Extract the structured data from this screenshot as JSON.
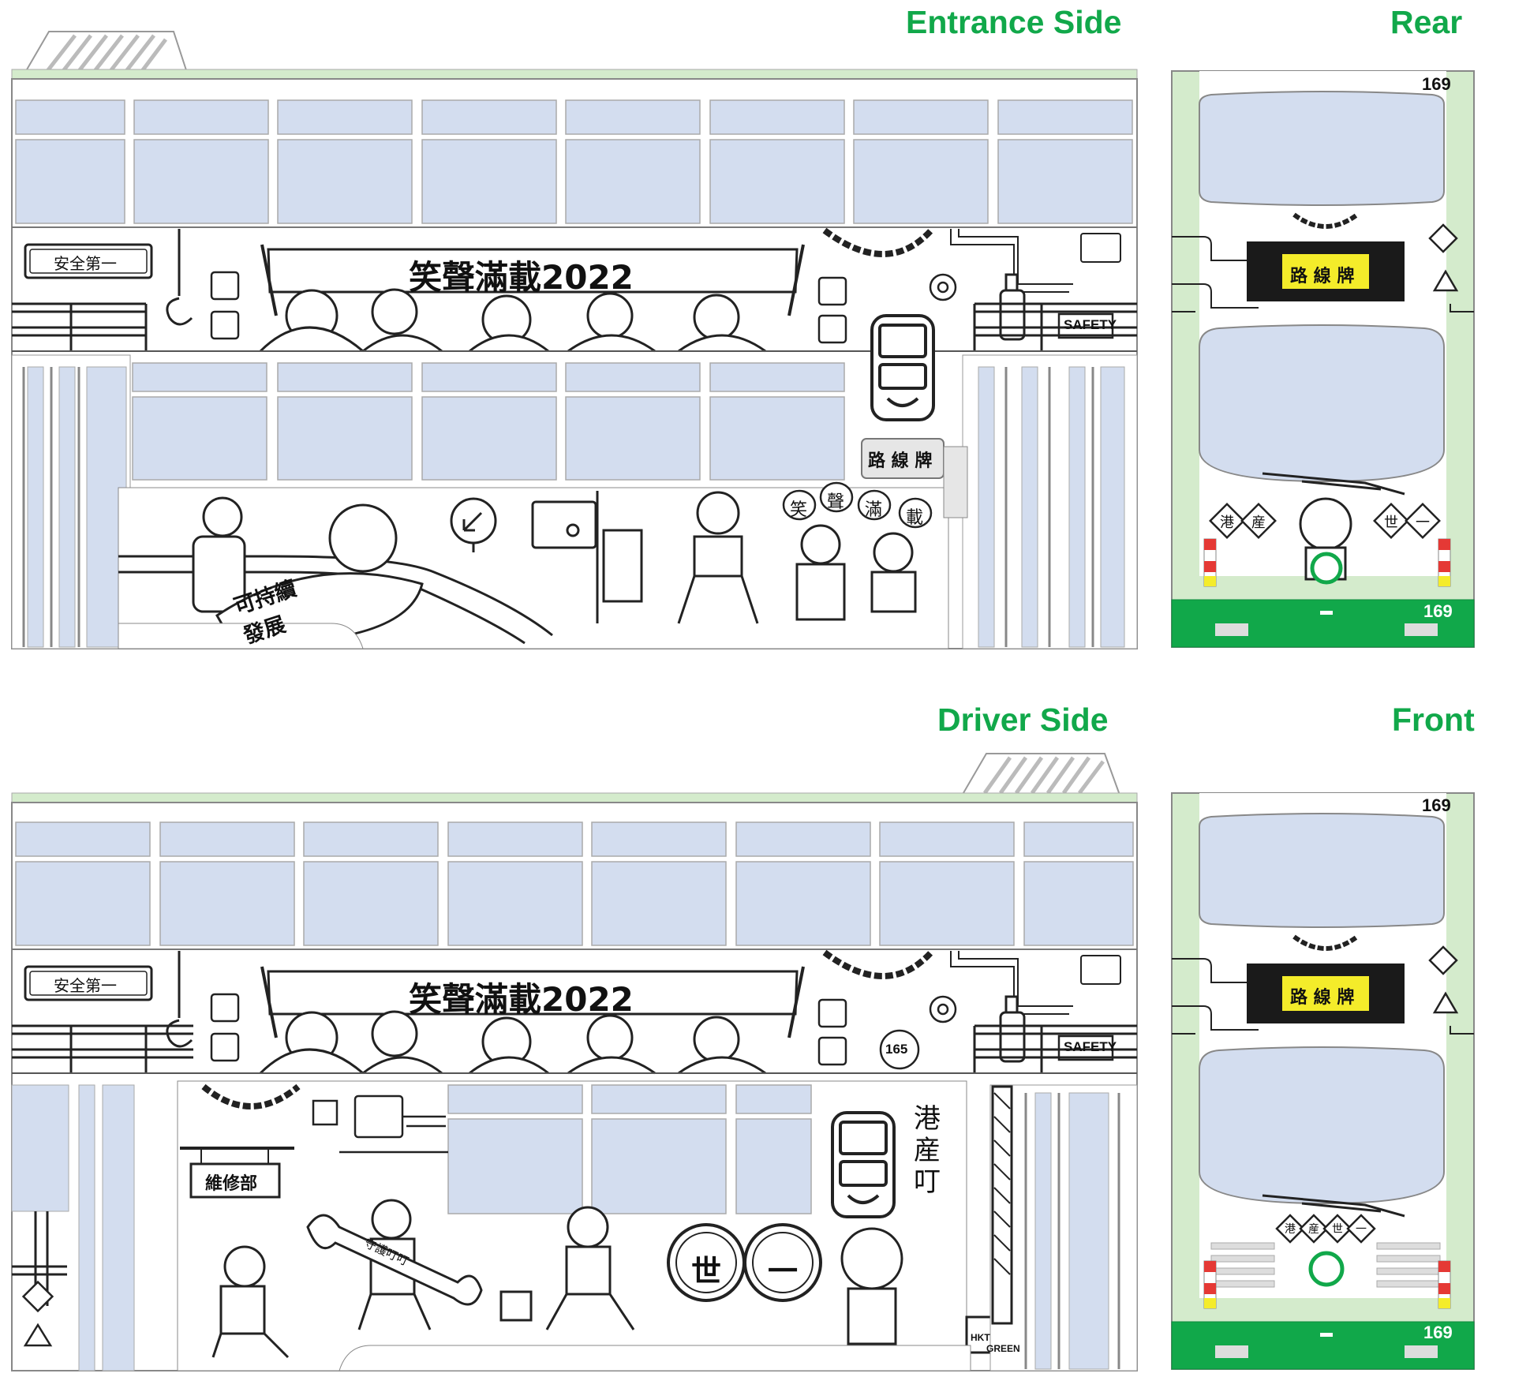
{
  "colors": {
    "accent_green": "#11a84a",
    "window_blue": "#d3ddef",
    "roof_green": "#d4ebcc",
    "sign_yellow": "#f4ec2a",
    "sign_black": "#1a1a1a",
    "line": "#1d1d1d"
  },
  "views": {
    "entrance": {
      "title": "Entrance Side"
    },
    "rear": {
      "title": "Rear"
    },
    "driver": {
      "title": "Driver Side"
    },
    "front": {
      "title": "Front"
    }
  },
  "panel": {
    "title": "笑聲滿載2022",
    "safety_sign": "安全第一",
    "safety_label": "SAFETY"
  },
  "entrance_side": {
    "route_board": "路 線 牌",
    "banner_text": "可持續 發展",
    "bubble_chars": [
      "笑",
      "聲",
      "滿",
      "載"
    ]
  },
  "driver_side": {
    "repair_sign": "維修部",
    "vertical_text": "港産叮",
    "badge_number": "165",
    "circle_left": "世",
    "circle_right": "一",
    "wrench_text": "守護叮叮",
    "paint_can_labels": [
      "HKT",
      "GREEN"
    ]
  },
  "rear": {
    "fleet_number_top": "169",
    "fleet_number_bottom": "169",
    "route_board": "路 線 牌",
    "diamonds": [
      "港",
      "産",
      "世",
      "一"
    ]
  },
  "front": {
    "fleet_number_top": "169",
    "fleet_number_bottom": "169",
    "route_board": "路 線 牌",
    "diamonds": [
      "港",
      "産",
      "世",
      "一"
    ]
  }
}
